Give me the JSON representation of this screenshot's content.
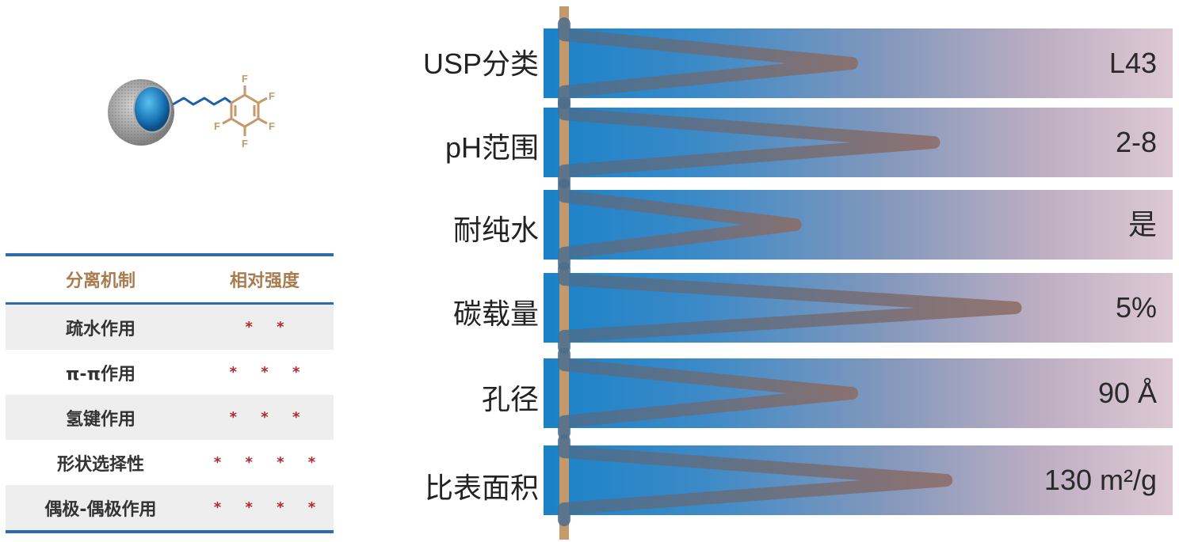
{
  "molecule": {
    "atom_label": "F"
  },
  "mechanism_table": {
    "headers": [
      "分离机制",
      "相对强度"
    ],
    "rows": [
      {
        "mechanism": "疏水作用",
        "strength": "* *",
        "stars": 2
      },
      {
        "mechanism": "π-π作用",
        "strength": "* * *",
        "stars": 3
      },
      {
        "mechanism": "氢键作用",
        "strength": "* * *",
        "stars": 3
      },
      {
        "mechanism": "形状选择性",
        "strength": "* * * *",
        "stars": 4
      },
      {
        "mechanism": "偶极-偶极作用",
        "strength": "* * * *",
        "stars": 4
      }
    ]
  },
  "properties": [
    {
      "label": "USP分类",
      "value": "L43",
      "level": 0.49
    },
    {
      "label": "pH范围",
      "value": "2-8",
      "level": 0.62
    },
    {
      "label": "耐纯水",
      "value": "是",
      "level": 0.4
    },
    {
      "label": "碳载量",
      "value": "5%",
      "level": 0.75
    },
    {
      "label": "孔径",
      "value": "90 Å",
      "level": 0.49
    },
    {
      "label": "比表面积",
      "value": "130 m²/g",
      "level": 0.64
    }
  ],
  "colors": {
    "table_line": "#2b6ca9",
    "header_text": "#a87c4f",
    "star": "#b0282c",
    "stem": "#c49a6c",
    "zigzag": "#4a6e8e",
    "zigzag_tip": "#8c6b63"
  }
}
